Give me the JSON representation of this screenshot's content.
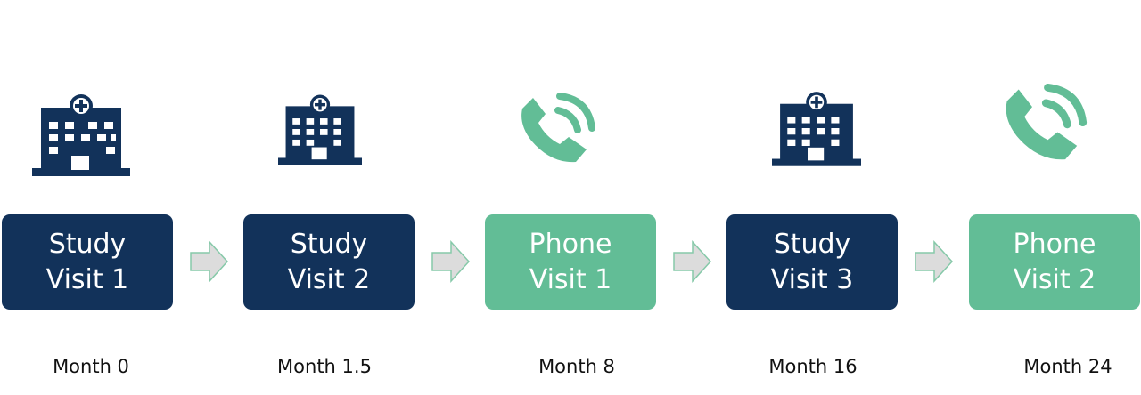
{
  "colors": {
    "study": "#12325a",
    "phone": "#62bd96",
    "arrow_fill": "#dcdcdc",
    "arrow_stroke": "#86c9a9"
  },
  "steps": [
    {
      "kind": "study",
      "icon": "hospital-icon",
      "line1": "Study",
      "line2": "Visit 1",
      "month": "Month 0"
    },
    {
      "kind": "study",
      "icon": "hospital-icon",
      "line1": "Study",
      "line2": "Visit 2",
      "month": "Month 1.5"
    },
    {
      "kind": "phone",
      "icon": "phone-icon",
      "line1": "Phone",
      "line2": "Visit 1",
      "month": "Month 8"
    },
    {
      "kind": "study",
      "icon": "hospital-icon",
      "line1": "Study",
      "line2": "Visit 3",
      "month": "Month 16"
    },
    {
      "kind": "phone",
      "icon": "phone-icon",
      "line1": "Phone",
      "line2": "Visit 2",
      "month": "Month 24"
    }
  ]
}
